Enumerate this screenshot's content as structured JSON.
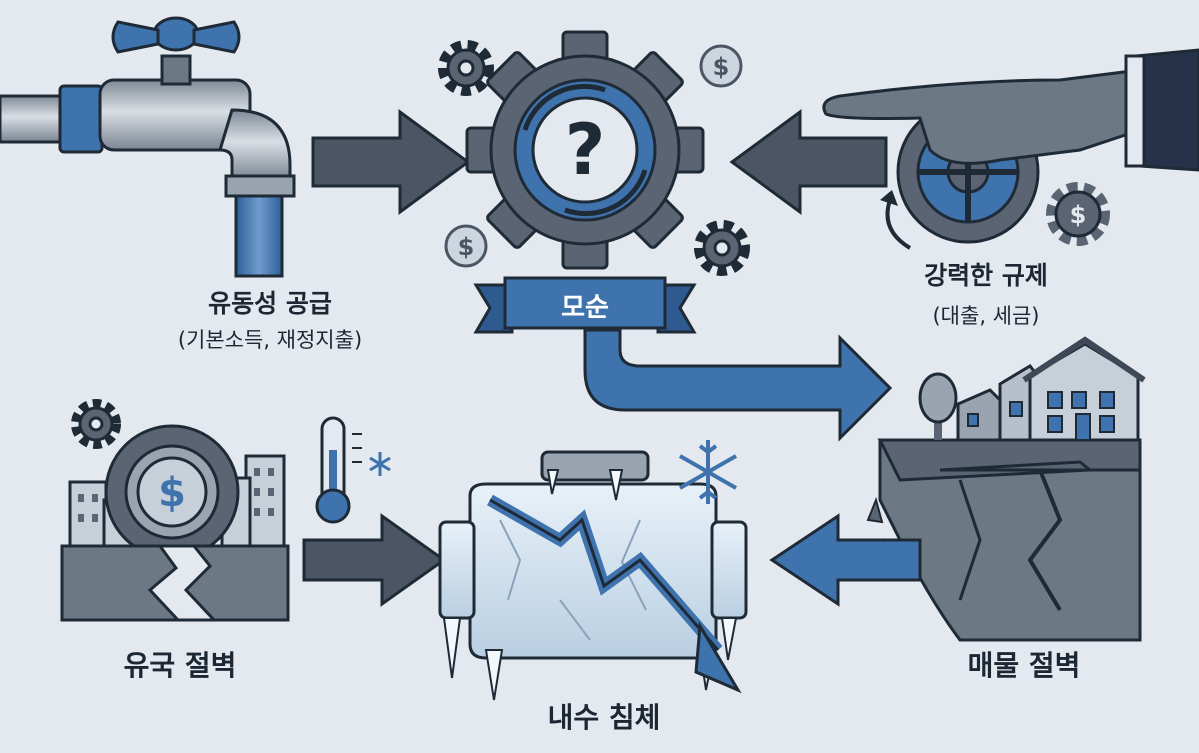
{
  "contradiction_label": "모순",
  "liquidity": {
    "title": "유동성 공급",
    "detail": "(기본소득, 재정지출)"
  },
  "regulation": {
    "title": "강력한 규제",
    "detail": "(대출, 세금)"
  },
  "nodes": {
    "bankruptcy_cliff": "유국 절벽",
    "listing_cliff": "매물 절벽",
    "domestic_stagnation": "내수 침체"
  },
  "icons": {
    "faucet": "faucet-icon",
    "central_gear": "question-gear-icon",
    "hand": "pressing-hand-icon",
    "houses": "houses-on-cliff-icon",
    "city": "cracked-city-icon",
    "engine": "frozen-engine-icon",
    "thermometer": "thermometer-icon",
    "snowflake": "snowflake-icon"
  },
  "colors": {
    "background": "#e4e9ef",
    "accent_blue": "#3f73ad",
    "dark_slate": "#4b5563",
    "outline": "#1f2a37",
    "ice": "#cfe0ee"
  }
}
